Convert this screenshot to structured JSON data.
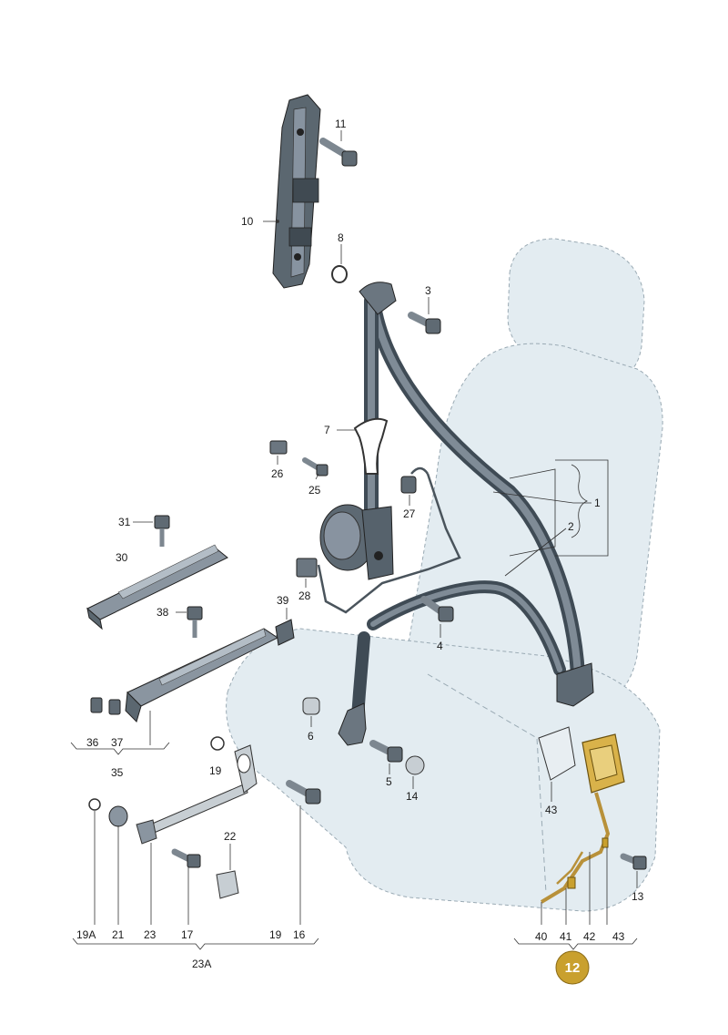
{
  "callouts": {
    "c1": "1",
    "c2": "2",
    "c3": "3",
    "c4": "4",
    "c5": "5",
    "c6": "6",
    "c7": "7",
    "c8": "8",
    "c10": "10",
    "c11": "11",
    "c13": "13",
    "c14": "14",
    "c16": "16",
    "c17": "17",
    "c19a": "19",
    "c19b": "19",
    "c19A": "19A",
    "c21": "21",
    "c22": "22",
    "c23": "23",
    "c23A": "23A",
    "c25": "25",
    "c26": "26",
    "c27": "27",
    "c28": "28",
    "c30": "30",
    "c31": "31",
    "c35": "35",
    "c36": "36",
    "c37": "37",
    "c38": "38",
    "c39": "39",
    "c40": "40",
    "c41": "41",
    "c42": "42",
    "c43a": "43",
    "c43b": "43"
  },
  "badge": {
    "label": "12",
    "color": "#c9a02e"
  },
  "colors": {
    "seat": "#e3ecf1",
    "belt": "#3f4b55",
    "highlight": "#d9b24a"
  }
}
